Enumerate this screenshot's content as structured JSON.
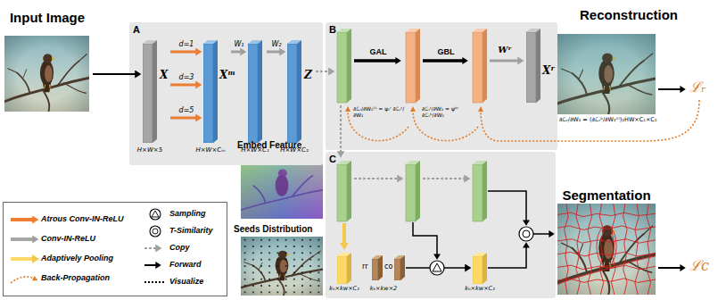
{
  "diagram": {
    "nodes": [
      {
        "text": [
          "Input Image"
        ]
      },
      {
        "text": [
          "A"
        ]
      },
      {
        "text": [
          "X",
          "H×W×5"
        ],
        "in": 1
      },
      {
        "text": [
          "Xᵐ",
          "H×W×Cₘ"
        ],
        "in": 1
      },
      {
        "text": [
          "H×W×C₁"
        ],
        "in": 1
      },
      {
        "text": [
          "Z",
          "H×W×C₂"
        ],
        "in": 1
      },
      {
        "text": [
          "B"
        ]
      },
      {
        "text": [
          "Xʳ"
        ],
        "in": 6
      },
      {
        "text": [
          "Reconstruction"
        ]
      },
      {
        "text": [
          "C"
        ]
      },
      {
        "text": [
          "kₕ×kw×C₂"
        ],
        "in": 9
      },
      {
        "text": [
          "rr",
          "co",
          "kₕ×kw×2"
        ],
        "in": 9
      },
      {
        "text": [
          "kₕ×kw×C₂"
        ],
        "in": 9
      },
      {
        "text": [
          "Embed Feature"
        ]
      },
      {
        "text": [
          "Seeds Distribution"
        ]
      },
      {
        "text": [
          "Segmentation"
        ]
      }
    ],
    "edges": [
      {
        "from": 0,
        "to": 2,
        "arrow": "to"
      },
      {
        "from": 2,
        "to": 3,
        "label": "d=1",
        "arrow": "to"
      },
      {
        "from": 2,
        "to": 3,
        "label": "d=3",
        "arrow": "to"
      },
      {
        "from": 2,
        "to": 3,
        "label": "d=5",
        "arrow": "to"
      },
      {
        "from": 3,
        "to": 4,
        "label": "W₁",
        "arrow": "to"
      },
      {
        "from": 4,
        "to": 5,
        "label": "W₂",
        "arrow": "to"
      },
      {
        "from": 11,
        "to": 12,
        "arrow": "to"
      }
    ],
    "labels": [
      "GAL",
      "GBL",
      "Wʳ",
      "∂ℒᵣ/∂W₂⁽ⁱ⁾ = ψₜʳ ∂ℒᵣᵗ/∂W₂",
      "∂ℒᵣᵗ/∂W₂ = ψᵇʳ ∂ℒᵣᵇ/∂W₂",
      "∂ℒᵣ/∂W₂ = (∂ℒᵣᵇ/∂W₂⁽ⁱ⁾)₂HW×C₁×C₂",
      "ℒᵣ",
      "ℒc"
    ],
    "legend": [
      {
        "text": "Atrous Conv-IN-ReLU"
      },
      {
        "text": "Conv-IN-ReLU"
      },
      {
        "text": "Adaptively Pooling"
      },
      {
        "text": "Back-Propagation"
      },
      {
        "text": "Sampling"
      },
      {
        "text": "T-Similarity"
      },
      {
        "text": "Copy"
      },
      {
        "text": "Forward"
      },
      {
        "text": "Visualize"
      }
    ]
  }
}
